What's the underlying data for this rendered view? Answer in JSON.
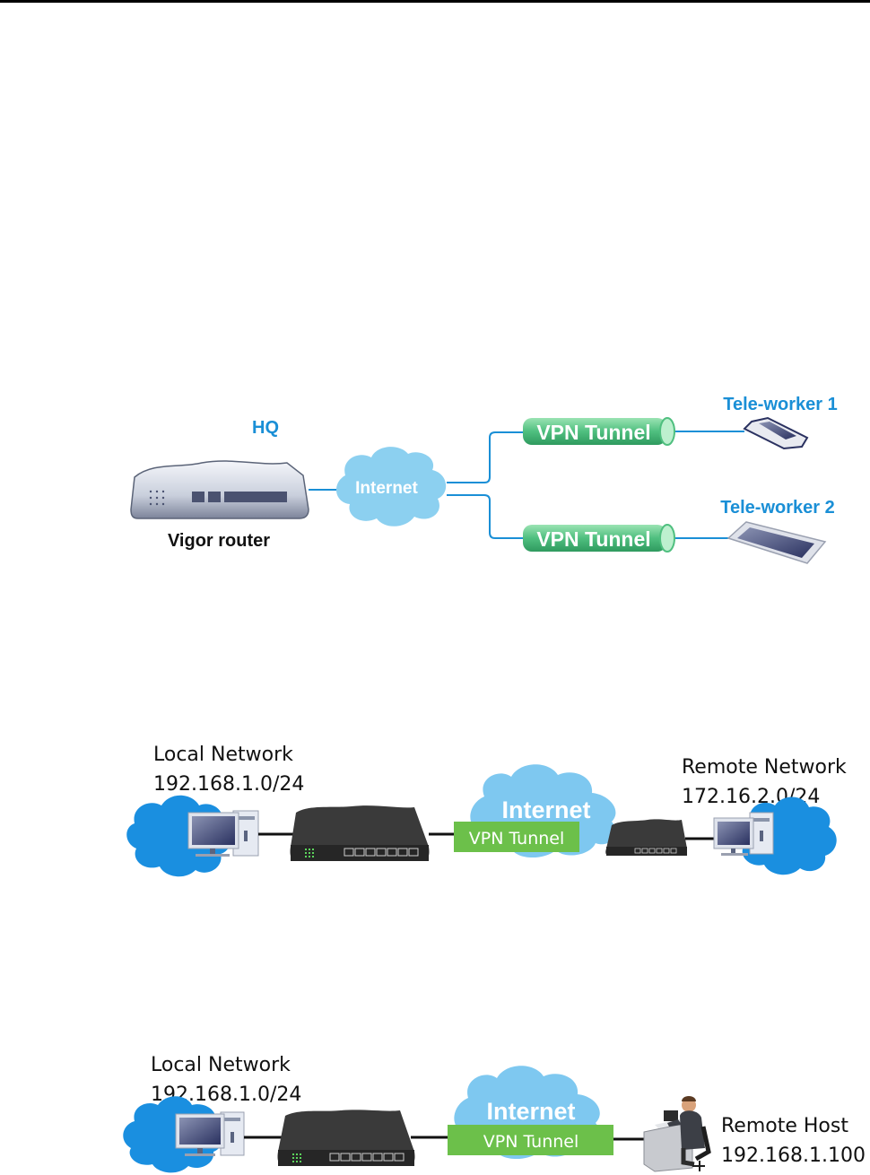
{
  "diagram1": {
    "hq_label": "HQ",
    "router_label": "Vigor router",
    "internet_label": "Internet",
    "tunnel_labels": [
      "VPN Tunnel",
      "VPN Tunnel"
    ],
    "teleworker_labels": [
      "Tele-worker 1",
      "Tele-worker 2"
    ],
    "colors": {
      "accent": "#1a8fd6",
      "tunnel": "#4fbf7f",
      "cloud": "#8cd0f0"
    }
  },
  "diagram2": {
    "local_title": "Local Network",
    "local_subnet": "192.168.1.0/24",
    "internet_label": "Internet",
    "tunnel_label": "VPN Tunnel",
    "remote_title": "Remote Network",
    "remote_subnet": "172.16.2.0/24",
    "colors": {
      "tunnel": "#6cc04a",
      "cloud": "#7ec8f0",
      "lan_cloud": "#1a8fe0"
    }
  },
  "diagram3": {
    "local_title": "Local Network",
    "local_subnet": "192.168.1.0/24",
    "internet_label": "Internet",
    "tunnel_label": "VPN Tunnel",
    "remote_title": "Remote Host",
    "remote_ip": "192.168.1.100"
  }
}
